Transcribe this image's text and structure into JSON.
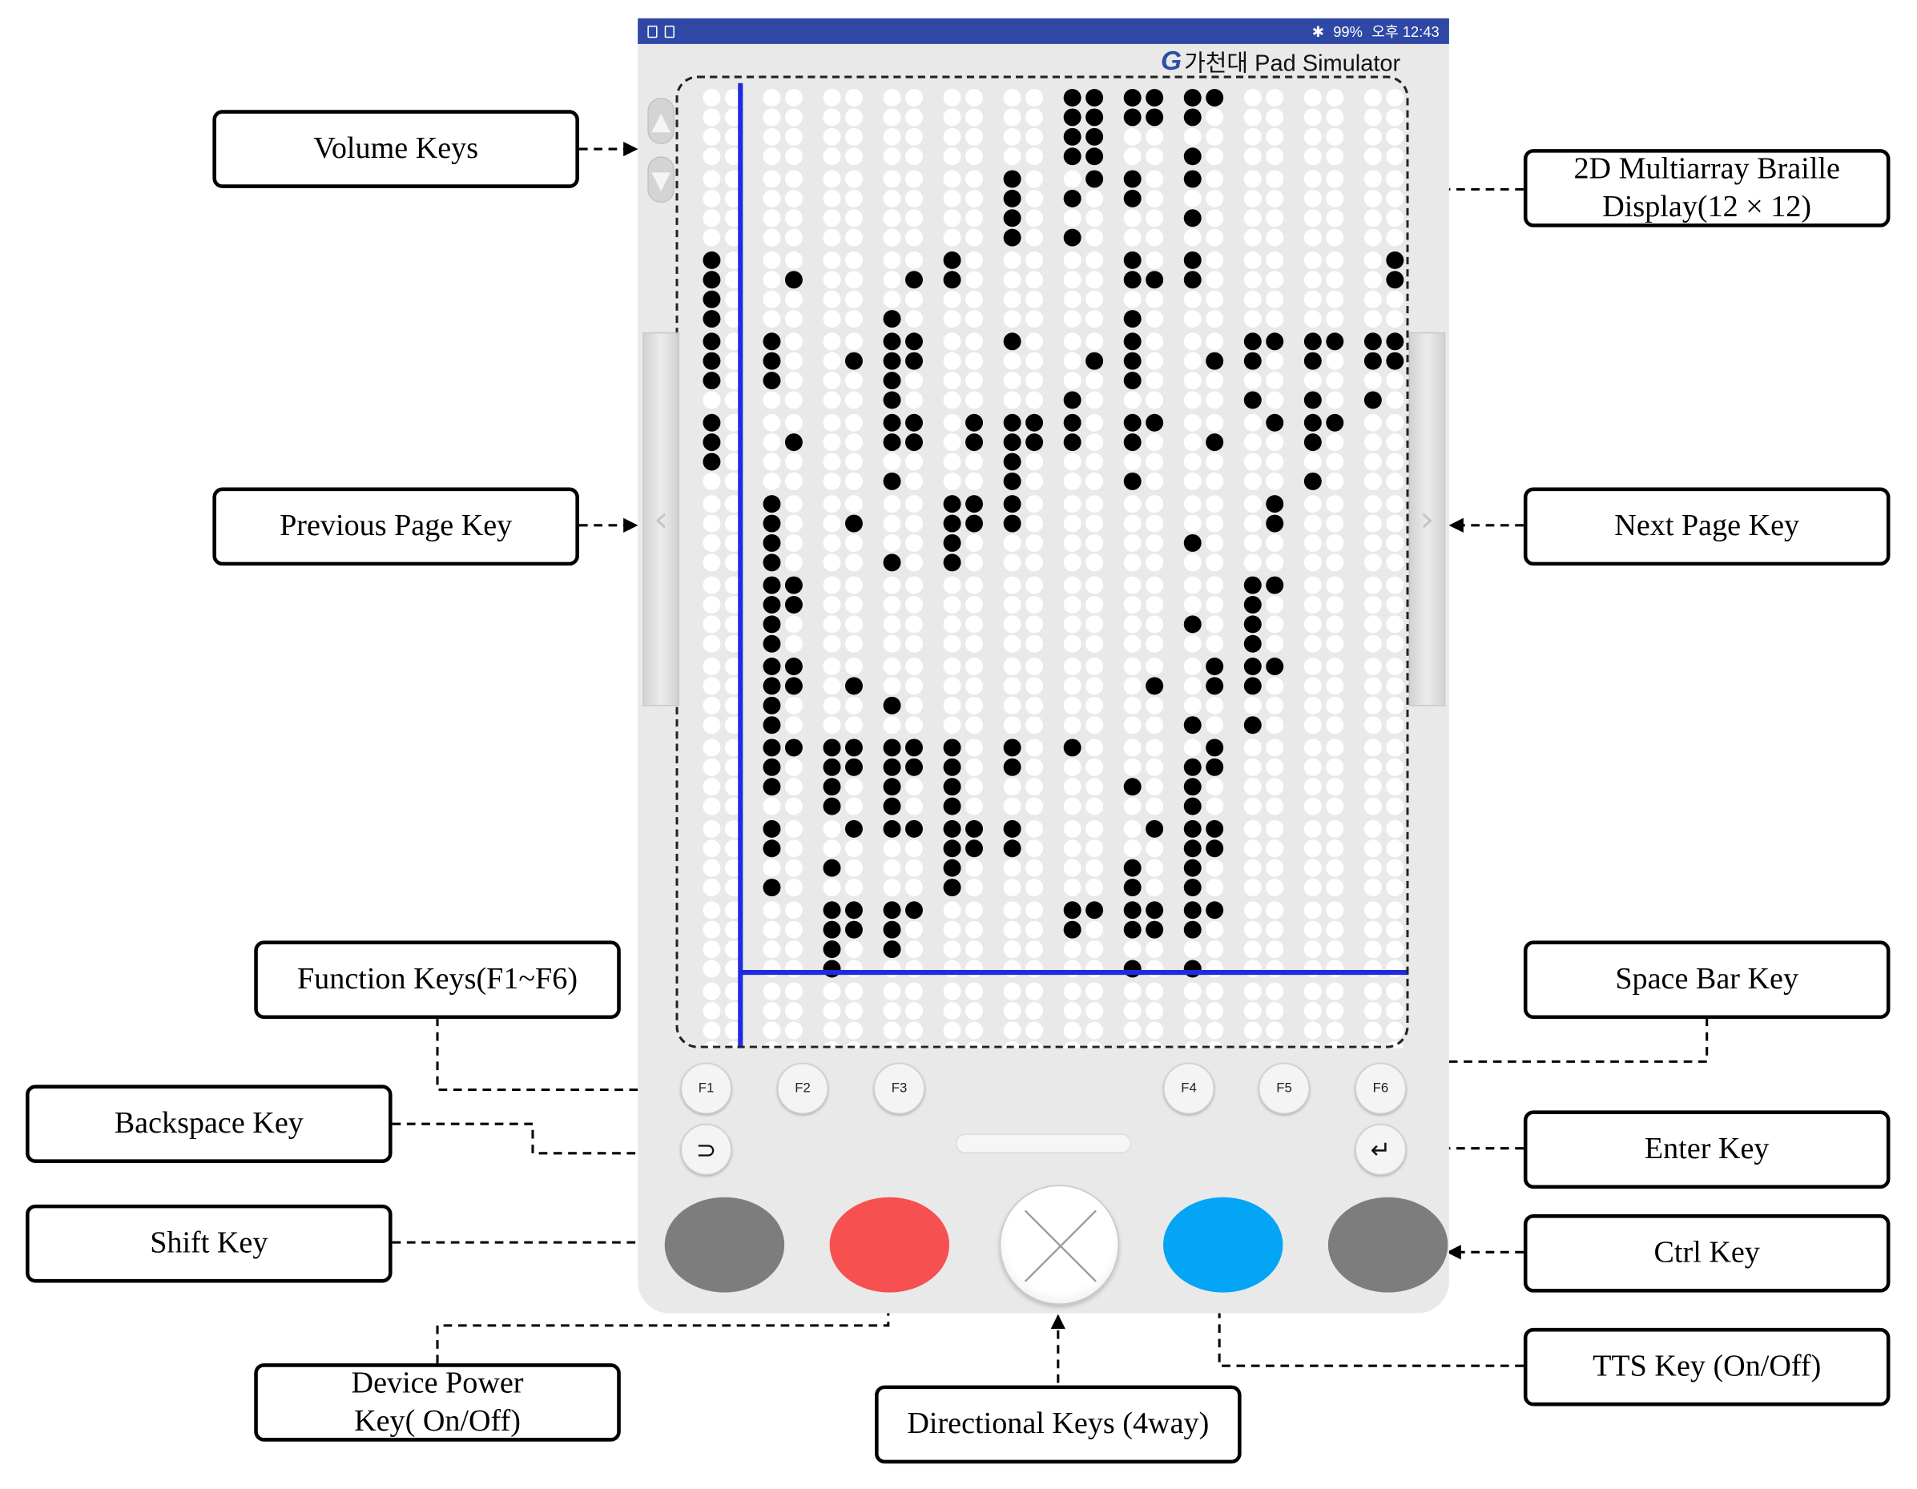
{
  "status_bar": {
    "icons_left": [
      "screenshot-icon",
      "gallery-icon"
    ],
    "bluetooth": "✱",
    "battery": "99%",
    "time": "오후 12:43"
  },
  "app": {
    "logo_mark": "G",
    "title": "가천대 Pad Simulator"
  },
  "braille_display": {
    "rows": 12,
    "cols": 12,
    "raised_dots": [
      [
        0,
        6,
        "1,2,3,4,5,6,7,8"
      ],
      [
        0,
        7,
        "1,2,5,6"
      ],
      [
        0,
        8,
        "1,2,4,5"
      ],
      [
        1,
        5,
        "1,2,3,4"
      ],
      [
        1,
        6,
        "2,4,5"
      ],
      [
        1,
        7,
        "1,2"
      ],
      [
        1,
        8,
        "1,3"
      ],
      [
        2,
        0,
        "1,2,3,4"
      ],
      [
        2,
        1,
        "6"
      ],
      [
        2,
        3,
        "4,6"
      ],
      [
        2,
        4,
        "1,2"
      ],
      [
        2,
        7,
        "1,2,4,6"
      ],
      [
        2,
        8,
        "1,2"
      ],
      [
        2,
        11,
        "5,6"
      ],
      [
        3,
        0,
        "1,2,3"
      ],
      [
        3,
        1,
        "1,2,3"
      ],
      [
        3,
        2,
        "6"
      ],
      [
        3,
        3,
        "1,2,3,4,5,6"
      ],
      [
        3,
        5,
        "1"
      ],
      [
        3,
        6,
        "4,6"
      ],
      [
        3,
        7,
        "1,2,3"
      ],
      [
        3,
        8,
        "6"
      ],
      [
        3,
        9,
        "1,2,4,5"
      ],
      [
        3,
        10,
        "1,2,4,5"
      ],
      [
        3,
        11,
        "1,2,4,5,6"
      ],
      [
        4,
        0,
        "1,2,3"
      ],
      [
        4,
        1,
        "6"
      ],
      [
        4,
        3,
        "1,2,4,5,6"
      ],
      [
        4,
        4,
        "5,6"
      ],
      [
        4,
        5,
        "1,2,3,4,5,6"
      ],
      [
        4,
        6,
        "1,2"
      ],
      [
        4,
        7,
        "1,2,4,5"
      ],
      [
        4,
        8,
        "6"
      ],
      [
        4,
        9,
        "5"
      ],
      [
        4,
        10,
        "1,2,4,5"
      ],
      [
        5,
        1,
        "1,2,3,4"
      ],
      [
        5,
        2,
        "6"
      ],
      [
        5,
        3,
        "4"
      ],
      [
        5,
        4,
        "1,2,3,4,5,6"
      ],
      [
        5,
        5,
        "1,2"
      ],
      [
        5,
        8,
        "3"
      ],
      [
        5,
        9,
        "5,6"
      ],
      [
        6,
        1,
        "1,2,3,4,5,6"
      ],
      [
        6,
        8,
        "3"
      ],
      [
        6,
        9,
        "1,2,3,4,5"
      ],
      [
        7,
        1,
        "1,2,3,4,5,6"
      ],
      [
        7,
        2,
        "6"
      ],
      [
        7,
        3,
        "3"
      ],
      [
        7,
        7,
        "6"
      ],
      [
        7,
        8,
        "4,5,6"
      ],
      [
        7,
        9,
        "1,2,4,5"
      ],
      [
        8,
        1,
        "1,2,3,5"
      ],
      [
        8,
        2,
        "1,2,3,4,5,6"
      ],
      [
        8,
        3,
        "1,2,3,4,5,6"
      ],
      [
        8,
        4,
        "1,2,3,4"
      ],
      [
        8,
        5,
        "1,2"
      ],
      [
        8,
        6,
        "1"
      ],
      [
        8,
        7,
        "3"
      ],
      [
        8,
        8,
        "2,3,4,5,6"
      ],
      [
        9,
        1,
        "1,2,4"
      ],
      [
        9,
        2,
        "3,5"
      ],
      [
        9,
        3,
        "1,5"
      ],
      [
        9,
        4,
        "1,2,3,4,5,6"
      ],
      [
        9,
        5,
        "1,2"
      ],
      [
        9,
        7,
        "3,4,5"
      ],
      [
        9,
        8,
        "1,2,3,4,5,6"
      ],
      [
        10,
        2,
        "1,2,3,4,5,6"
      ],
      [
        10,
        3,
        "1,2,3,5"
      ],
      [
        10,
        6,
        "1,2,5"
      ],
      [
        10,
        7,
        "1,2,4,5,6"
      ],
      [
        10,
        8,
        "1,2,4,5"
      ]
    ]
  },
  "volume_keys": {
    "up": "▲",
    "down": "▼"
  },
  "page_keys": {
    "previous": "‹",
    "next": "›"
  },
  "function_keys": [
    "F1",
    "F2",
    "F3",
    "F4",
    "F5",
    "F6"
  ],
  "backspace_glyph": "⊃",
  "enter_glyph": "↵",
  "key_colors": {
    "shift": "#7d7d7d",
    "power": "#f65050",
    "tts": "#05a5f5",
    "ctrl": "#7d7d7d"
  },
  "annotations": {
    "volume_keys": "Volume Keys",
    "previous_page_key": "Previous Page Key",
    "function_keys": "Function Keys(F1~F6)",
    "backspace_key": "Backspace Key",
    "shift_key": "Shift Key",
    "device_power_line1": "Device Power",
    "device_power_line2": "Key( On/Off)",
    "directional_keys": "Directional Keys (4way)",
    "braille_display_line1": "2D Multiarray Braille",
    "braille_display_line2": "Display(12 × 12)",
    "next_page_key": "Next Page Key",
    "space_bar_key": "Space Bar Key",
    "enter_key": "Enter Key",
    "ctrl_key": "Ctrl Key",
    "tts_key": "TTS Key (On/Off)"
  }
}
